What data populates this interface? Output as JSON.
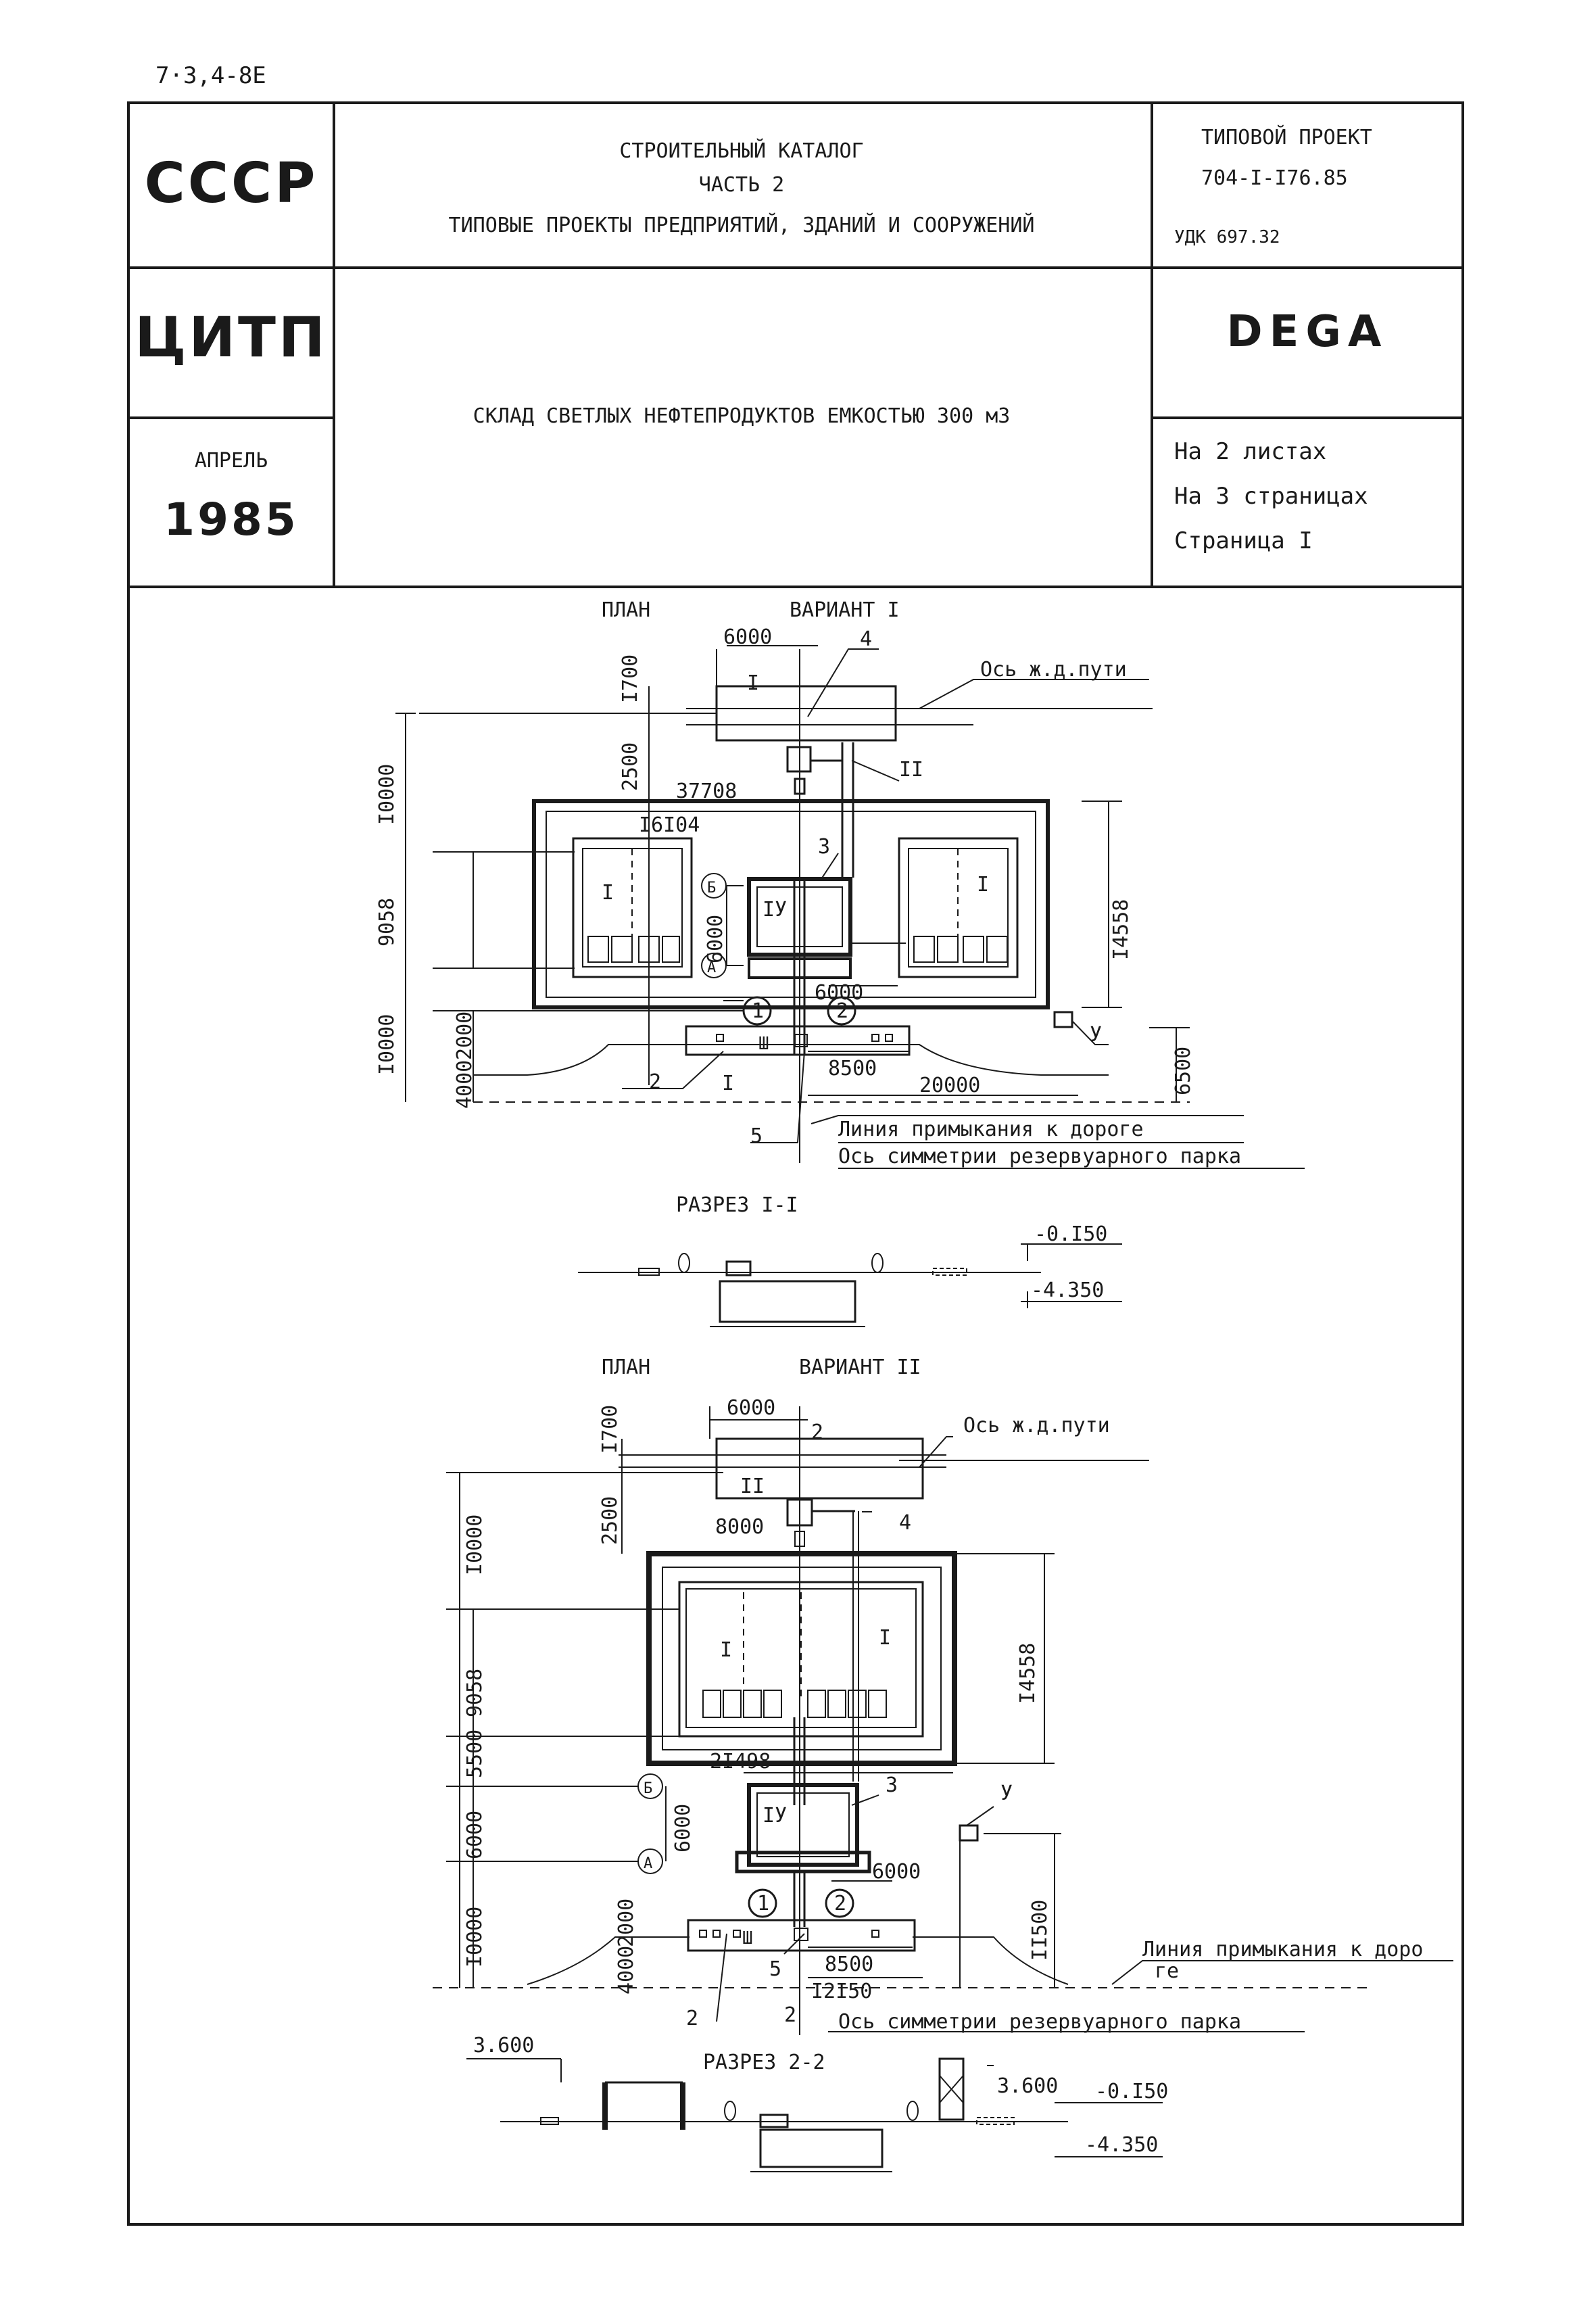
{
  "sheet_code": "7·3,4-8E",
  "left_column": {
    "country": "СССР",
    "org": "ЦИТП",
    "month": "АПРЕЛЬ",
    "year": "1985"
  },
  "catalog": {
    "line1": "СТРОИТЕЛЬНЫЙ КАТАЛОГ",
    "line2": "ЧАСТЬ 2",
    "line3": "ТИПОВЫЕ ПРОЕКТЫ ПРЕДПРИЯТИЙ, ЗДАНИЙ И СООРУЖЕНИЙ"
  },
  "project": {
    "label": "ТИПОВОЙ ПРОЕКТ",
    "number": "704-I-I76.85",
    "udk": "УДК 697.32",
    "code": "DEGA"
  },
  "title": "СКЛАД СВЕТЛЫХ НЕФТЕПРОДУКТОВ ЕМКОСТЬЮ 300 м3",
  "sheets": {
    "sheets_count": "На 2 листах",
    "pages_count": "На 3 страницах",
    "page": "Страница I"
  },
  "drawing1": {
    "plan": "ПЛАН",
    "variant": "ВАРИАНТ I",
    "rail_axis": "Ось ж.д.пути",
    "road_line": "Линия примыкания к дороге",
    "sym_axis": "Ось симметрии резервуарного парка",
    "dims": {
      "w6000": "6000",
      "h1700": "I700",
      "h2500": "2500",
      "h10000a": "I0000",
      "d37708": "37708",
      "d16104": "I6I04",
      "h9058": "9058",
      "h6000": "6000",
      "h14558": "I4558",
      "d6000b": "6000",
      "h10000b": "I0000",
      "h2000": "2000",
      "h4000": "4000",
      "d8500": "8500",
      "d20000": "20000",
      "h6500": "6500"
    },
    "marks": {
      "m4": "4",
      "mII": "II",
      "mI_top": "I",
      "m3": "3",
      "mIV": "IУ",
      "mB": "Б",
      "mA": "А",
      "m1": "1",
      "m2": "2",
      "mIII": "Ш",
      "mY": "У",
      "m2b": "2",
      "m5": "5",
      "mI_left": "I",
      "mI_right": "I",
      "mI_cut": "I"
    }
  },
  "section1": {
    "title": "РАЗРЕЗ I-I",
    "elev1": "-0.I50",
    "elev2": "-4.350"
  },
  "drawing2": {
    "plan": "ПЛАН",
    "variant": "ВАРИАНТ II",
    "rail_axis": "Ось ж.д.пути",
    "road_line1": "Линия примыкания к доро",
    "road_line2": "ге",
    "sym_axis": "Ось симметрии резервуарного парка",
    "dims": {
      "w6000": "6000",
      "h1700": "I700",
      "h2500": "2500",
      "d8000": "8000",
      "h10000a": "I0000",
      "h9058": "9058",
      "h14558": "I4558",
      "h5500": "5500",
      "d21498": "2I498",
      "h6000a": "6000",
      "h6000b": "6000",
      "d6000": "6000",
      "h10000b": "I0000",
      "h2000": "2000",
      "h4000": "4000",
      "d8500": "8500",
      "d12150": "I2I50",
      "h11500": "II500"
    },
    "marks": {
      "m2top": "2",
      "mII": "II",
      "m4": "4",
      "mI_left": "I",
      "mI_right": "I",
      "mB": "Б",
      "m3": "3",
      "mIV": "IУ",
      "mA": "А",
      "mY": "У",
      "m1": "1",
      "m2": "2",
      "mIII": "Ш",
      "m5": "5",
      "m2b": "2",
      "m2cut": "2"
    }
  },
  "section2": {
    "title": "РАЗРЕЗ 2-2",
    "elev_left": "3.600",
    "elev_right": "3.600",
    "elev1": "-0.I50",
    "elev2": "-4.350"
  }
}
